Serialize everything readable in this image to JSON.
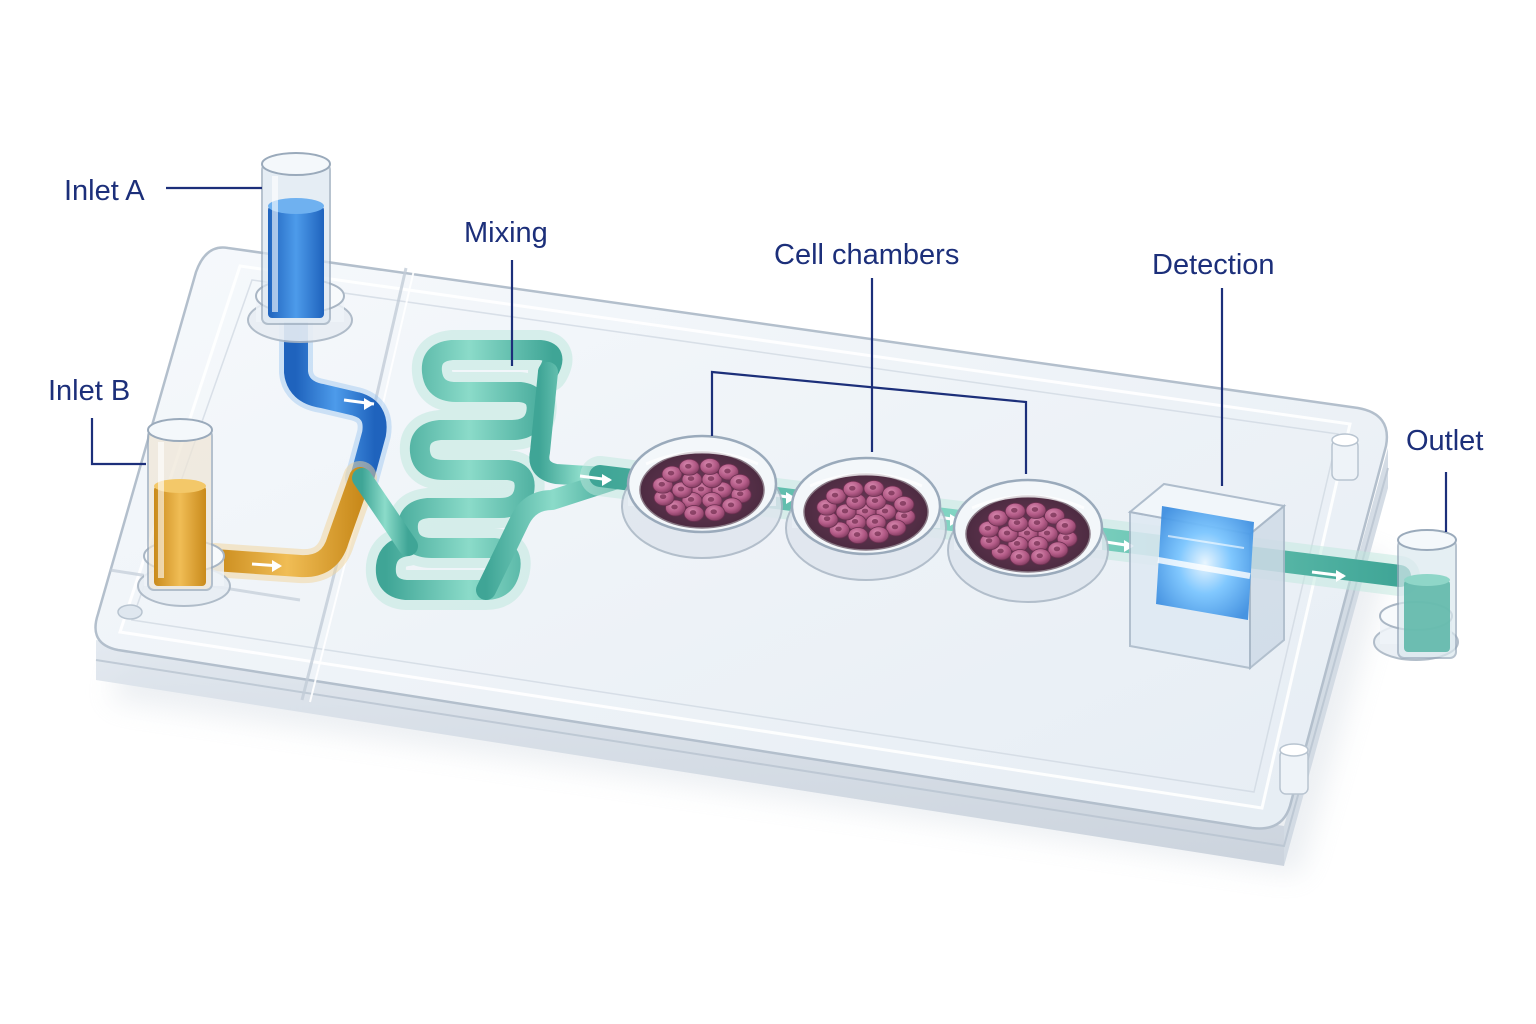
{
  "labels": {
    "inlet_a": "Inlet A",
    "inlet_b": "Inlet B",
    "mixing": "Mixing",
    "cell_chambers": "Cell chambers",
    "detection": "Detection",
    "outlet": "Outlet"
  },
  "colors": {
    "label_text": "#1c2f7a",
    "leader_line": "#1c2f7a",
    "fluid_a": "#2f7fd6",
    "fluid_b": "#e3a52c",
    "mixed_fluid": "#7fd1bf",
    "cells": "#b25a86",
    "detection_glow": "#4fb3ff",
    "chip": "#eef3f8"
  },
  "icons": [
    "inlet-a-reservoir-icon",
    "inlet-b-reservoir-icon",
    "outlet-reservoir-icon",
    "flow-arrow-icon",
    "cell-cluster-icon"
  ],
  "components": {
    "cell_chamber_count": 3
  }
}
